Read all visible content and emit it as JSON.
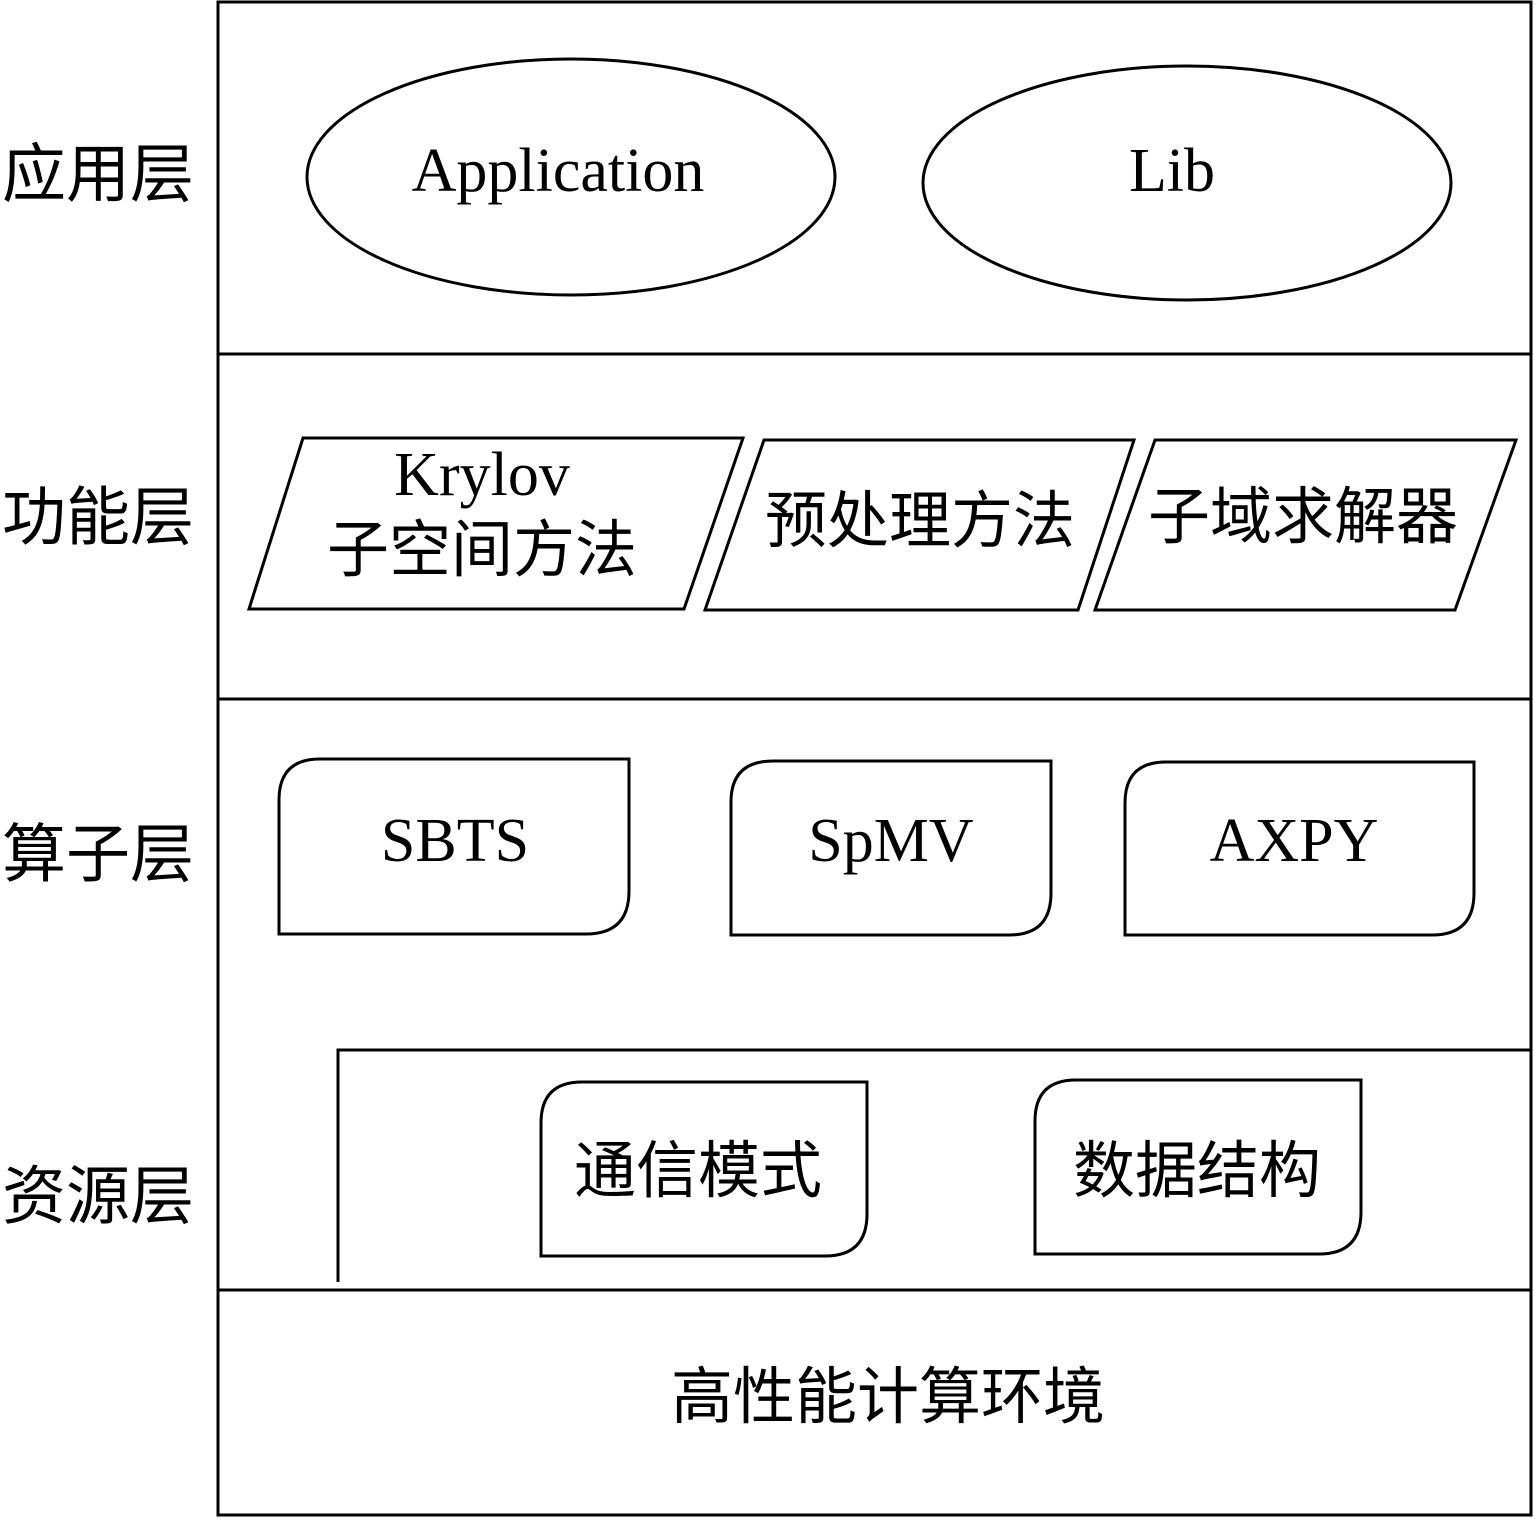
{
  "layers": {
    "application": "应用层",
    "function": "功能层",
    "operator": "算子层",
    "resource": "资源层"
  },
  "application_layer": {
    "application": "Application",
    "lib": "Lib"
  },
  "function_layer": {
    "krylov_line1": "Krylov",
    "krylov_line2": "子空间方法",
    "preconditioning": "预处理方法",
    "subdomain_solver": "子域求解器"
  },
  "operator_layer": {
    "sbts": "SBTS",
    "spmv": "SpMV",
    "axpy": "AXPY"
  },
  "resource_layer": {
    "communication_mode": "通信模式",
    "data_structure": "数据结构"
  },
  "environment": "高性能计算环境"
}
